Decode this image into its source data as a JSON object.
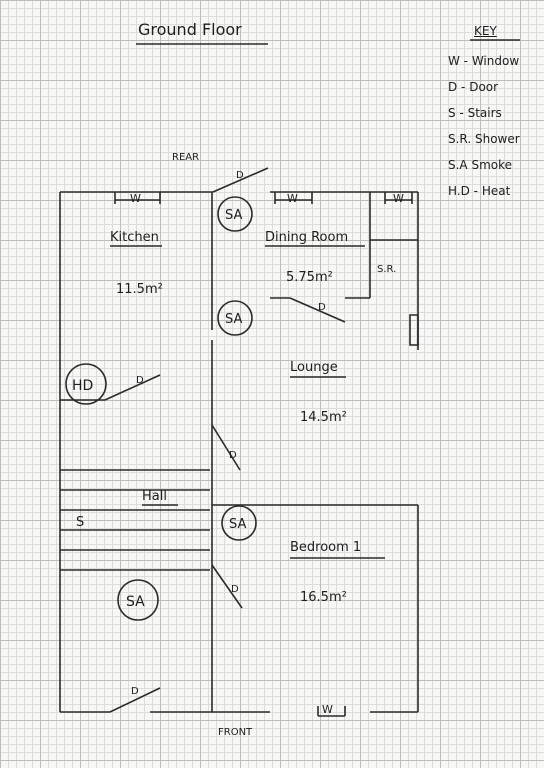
{
  "title": "Ground Floor",
  "orientation": {
    "rear": "REAR",
    "front": "FRONT"
  },
  "key": {
    "heading": "KEY",
    "entries": [
      "W - Window",
      "D - Door",
      "S - Stairs",
      "S.R. Shower",
      "S.A Smoke",
      "H.D - Heat"
    ]
  },
  "rooms": {
    "kitchen": {
      "name": "Kitchen",
      "area": "11.5m²"
    },
    "dining": {
      "name": "Dining Room",
      "area": "5.75m²"
    },
    "lounge": {
      "name": "Lounge",
      "area": "14.5m²"
    },
    "hall": {
      "name": "Hall"
    },
    "bedroom": {
      "name": "Bedroom 1",
      "area": "16.5m²"
    }
  },
  "symbols": {
    "window": "W",
    "door": "D",
    "stairs": "S",
    "shower": "S.R.",
    "smoke": "SA",
    "heat": "HD"
  }
}
